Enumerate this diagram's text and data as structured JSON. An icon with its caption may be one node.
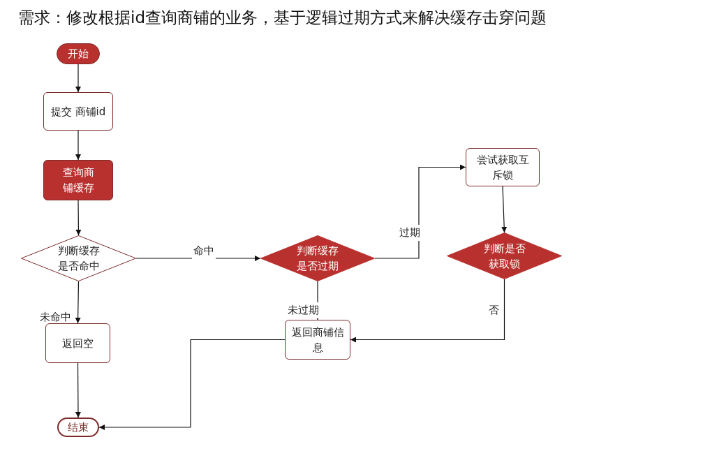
{
  "diagram": {
    "title": "需求：修改根据id查询商铺的业务，基于逻辑过期方式来解决缓存击穿问题",
    "nodes": [
      {
        "text": [
          "开始"
        ]
      },
      {
        "text": [
          "提交 商铺id"
        ]
      },
      {
        "text": [
          "查询商铺缓存"
        ]
      },
      {
        "text": [
          "判断缓存是否命中"
        ]
      },
      {
        "text": [
          "判断缓存是否过期"
        ]
      },
      {
        "text": [
          "尝试获取互斥锁"
        ]
      },
      {
        "text": [
          "判断是否获取锁"
        ]
      },
      {
        "text": [
          "返回空"
        ]
      },
      {
        "text": [
          "返回商铺信息"
        ]
      },
      {
        "text": [
          "结束"
        ]
      }
    ],
    "edges": [
      {
        "from": 0,
        "to": 1,
        "arrow": "to"
      },
      {
        "from": 1,
        "to": 2,
        "arrow": "to"
      },
      {
        "from": 2,
        "to": 3,
        "arrow": "to"
      },
      {
        "from": 3,
        "to": 4,
        "arrow": "to",
        "label": "命中"
      },
      {
        "from": 3,
        "to": 7,
        "arrow": "to",
        "label": "未命中"
      },
      {
        "from": 4,
        "to": 5,
        "arrow": "to",
        "label": "过期"
      },
      {
        "from": 5,
        "to": 6,
        "arrow": "to"
      },
      {
        "from": 6,
        "to": 8,
        "arrow": "to",
        "label": "否"
      },
      {
        "from": 4,
        "to": 8,
        "arrow": "to",
        "label": "未过期"
      },
      {
        "from": 7,
        "to": 9,
        "arrow": "to"
      },
      {
        "from": 8,
        "to": 9,
        "arrow": "to"
      }
    ]
  }
}
